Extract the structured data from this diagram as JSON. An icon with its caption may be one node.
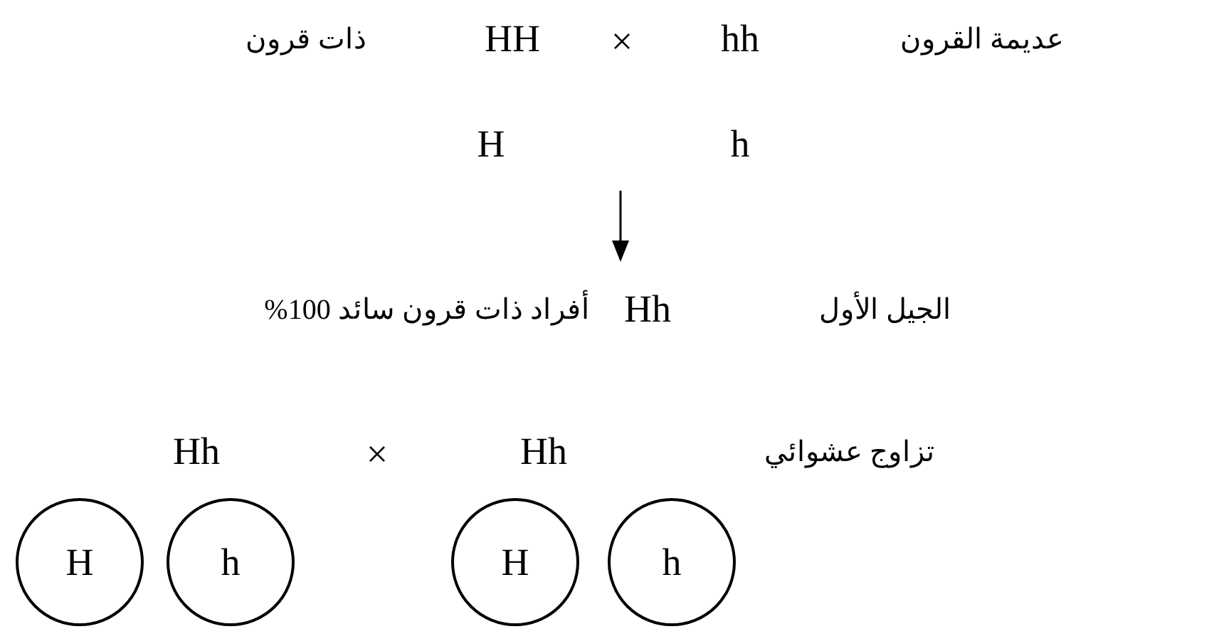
{
  "diagram": {
    "nodes": [
      {
        "text": [
          "H"
        ]
      },
      {
        "text": [
          "h"
        ]
      },
      {
        "text": [
          "H"
        ]
      },
      {
        "text": [
          "h"
        ]
      }
    ],
    "labels": [
      "عديمة القرون",
      "hh",
      "×",
      "HH",
      "ذات قرون",
      "H",
      "h",
      "الجيل الأول",
      "Hh",
      "أفراد ذات قرون سائد 100%",
      "تزاوج عشوائي",
      "Hh",
      "×",
      "Hh"
    ]
  }
}
